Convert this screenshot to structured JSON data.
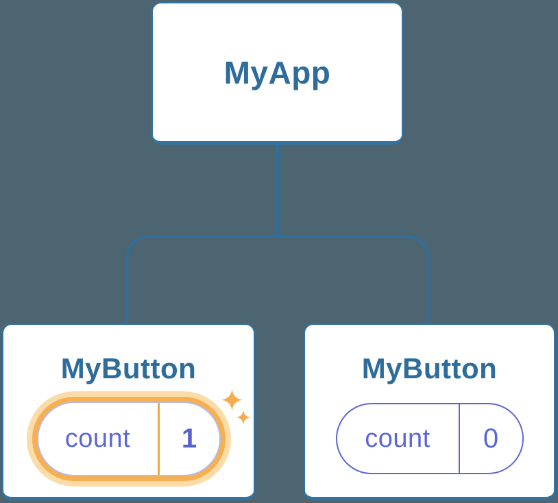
{
  "diagram": {
    "description": "React component tree diagram showing state preserved in one child",
    "background_color": "#4C6570",
    "root": {
      "label": "MyApp"
    },
    "children": [
      {
        "label": "MyButton",
        "state_key": "count",
        "state_value": "1",
        "highlighted": true
      },
      {
        "label": "MyButton",
        "state_key": "count",
        "state_value": "0",
        "highlighted": false
      }
    ],
    "colors": {
      "card_border": "#3373A3",
      "connector": "#2F6F9F",
      "title_text": "#2D6C9B",
      "state_text": "#5B67D8",
      "state_value_bold": "#5660CE",
      "highlight_ring": "#F7B050",
      "highlight_halo": "#FBDCA8",
      "highlight_divider": "#F0A743",
      "sparkle": "#F6AC4F"
    }
  }
}
